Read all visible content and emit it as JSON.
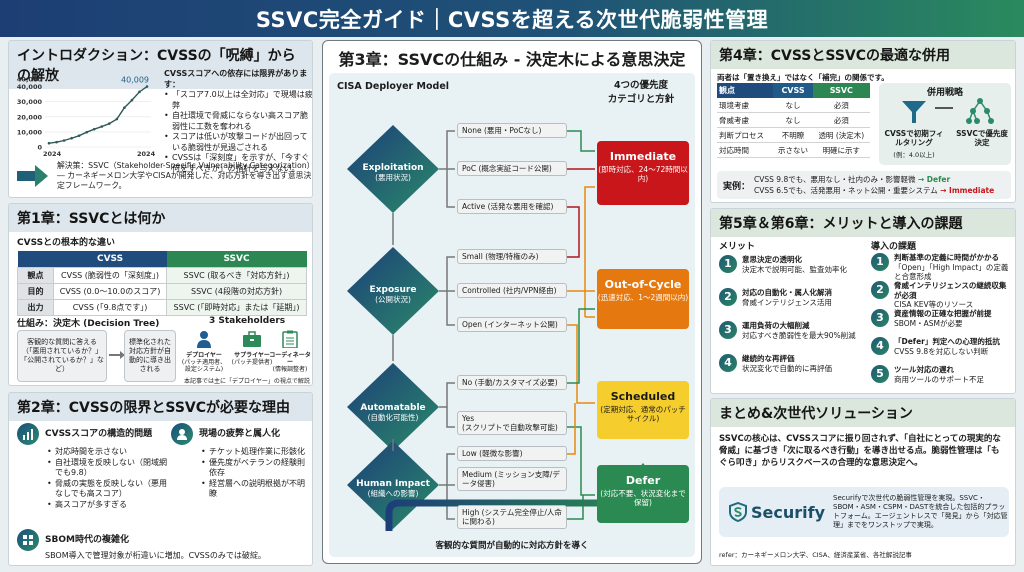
{
  "header": {
    "title": "SSVC完全ガイド｜CVSSを超える次世代脆弱性管理"
  },
  "intro": {
    "title": "イントロダクション：CVSSの「呪縛」からの解放",
    "lead": "CVSSスコアへの依存には限界があります：",
    "bullets": [
      "「スコア7.0以上は全対応」で現場は疲弊",
      "自社環境で脅威にならない高スコア脆弱性に工数を奪われる",
      "スコアは低いが攻撃コードが出回っている脆弱性が見過ごされる",
      "CVSSは「深刻度」を示すが、「今すぐ何をすべきか」の指針を与えない。"
    ],
    "solution": "解決策：SSVC（Stakeholder-Specific Vulnerability Categorization）― カーネギーメロン大学やCISAが開発した、対応方針を導き出す意思決定フレームワーク。"
  },
  "chart_data": {
    "type": "line",
    "title": "",
    "xlabel": "",
    "ylabel": "",
    "x_tick_labels": [
      "2024",
      "2024"
    ],
    "y_tick_labels": [
      "0",
      "10,000",
      "20,000",
      "30,000",
      "40,000",
      "40,000"
    ],
    "ylim": [
      0,
      45000
    ],
    "annotation": "40,009",
    "series": [
      {
        "name": "vulnerabilities",
        "values": [
          2500,
          3200,
          4300,
          5800,
          7500,
          9800,
          11800,
          13500,
          15500,
          18500,
          26000,
          31000,
          36500,
          40009
        ]
      }
    ],
    "grid": true
  },
  "ch1": {
    "title": "第1章：SSVCとは何か",
    "subtitle": "CVSSとの根本的な違い",
    "table": {
      "headers": [
        "",
        "CVSS",
        "SSVC"
      ],
      "rows": [
        [
          "観点",
          "CVSS (脆弱性の「深刻度」)",
          "SSVC (取るべき「対応方針」)"
        ],
        [
          "目的",
          "CVSS (0.0〜10.0のスコア)",
          "SSVC (4段階の対応方針)"
        ],
        [
          "出力",
          "CVSS (「9.8点です」)",
          "SSVC (「即時対応」または「延期」)"
        ]
      ]
    },
    "tree_title": "仕組み：決定木 (Decision Tree)",
    "tree_box1": "客観的な質問に答える（「悪用されているか？」「公開されているか？」など）",
    "tree_box2": "標準化された対応方針が自動的に導き出される",
    "stake_title": "3 Stakeholders",
    "stakeholders": [
      {
        "label": "デプロイヤー",
        "sub": "(パッチ適用者、設定システム)"
      },
      {
        "label": "サプライヤー",
        "sub": "(パッチ提供者)"
      },
      {
        "label": "コーディネーター",
        "sub": "(情報調整者)"
      }
    ],
    "stake_note": "本記事では主に「デプロイヤー」の視点で解説します。"
  },
  "ch2": {
    "title": "第2章：CVSSの限界とSSVCが必要な理由",
    "block1": {
      "title": "CVSSスコアの構造的問題",
      "items": [
        "対応時間を示さない",
        "自社環境を反映しない（閉域網でも9.8）",
        "脅威の実態を反映しない（悪用なしでも高スコア）",
        "高スコアが多すぎる"
      ]
    },
    "block2": {
      "title": "現場の疲弊と属人化",
      "items": [
        "チケット処理作業に形骸化",
        "優先度がベテランの経験則依存",
        "経営層への説明根拠が不明瞭"
      ]
    },
    "block3": {
      "title": "SBOM時代の複雑化",
      "text": "SBOM導入で管理対象が桁違いに増加。CVSSのみでは破綻。"
    }
  },
  "ch3": {
    "title": "第3章：SSVCの仕組み - 決定木による意思決定",
    "model": "CISA Deployer Model",
    "cat_header": "4つの優先度\nカテゴリと方針",
    "decisions": [
      {
        "name": "Exploitation",
        "sub": "(悪用状況)",
        "options": [
          "None (悪用・PoCなし)",
          "PoC (概念実証コード公開)",
          "Active (活発な悪用を確認)"
        ]
      },
      {
        "name": "Exposure",
        "sub": "(公開状況)",
        "options": [
          "Small (物理/特権のみ)",
          "Controlled (社内/VPN経由)",
          "Open (インターネット公開)"
        ]
      },
      {
        "name": "Automatable",
        "sub": "(自動化可能性)",
        "options": [
          "No (手動/カスタマイズ必要)",
          "Yes\n(スクリプトで自動攻撃可能)"
        ]
      },
      {
        "name": "Human Impact",
        "sub": "(組織への影響)",
        "options": [
          "Low (軽微な影響)",
          "Medium (ミッション支障/データ侵害)",
          "High (システム完全停止/人命に関わる)"
        ]
      }
    ],
    "categories": [
      {
        "name": "Immediate",
        "desc": "(即時対応、24〜72時間以内)",
        "color": "#c8161b"
      },
      {
        "name": "Out-of-Cycle",
        "desc": "(迅速対応、1〜2週間以内)",
        "color": "#e5780f"
      },
      {
        "name": "Scheduled",
        "desc": "(定期対応、通常のパッチサイクル)",
        "color": "#f5cd2c"
      },
      {
        "name": "Defer",
        "desc": "(対応不要、状況変化まで保留)",
        "color": "#2b8a51"
      }
    ],
    "footer": "客観的な質問が自動的に対応方針を導く"
  },
  "ch4": {
    "title": "第4章：CVSSとSSVCの最適な併用",
    "lead": "両者は「置き換え」ではなく「補完」の関係です。",
    "table": {
      "headers": [
        "観点",
        "CVSS",
        "SSVC"
      ],
      "rows": [
        [
          "環境考慮",
          "なし",
          "必須"
        ],
        [
          "脅威考慮",
          "なし",
          "必須"
        ],
        [
          "判断プロセス",
          "不明瞭",
          "透明 (決定木)"
        ],
        [
          "対応時間",
          "示さない",
          "明確に示す"
        ]
      ]
    },
    "strategy_title": "併用戦略",
    "strategy_left": "CVSSで初期フィルタリング",
    "strategy_left_sub": "(例：4.0以上)",
    "strategy_right": "SSVCで優先度決定",
    "examples_label": "実例：",
    "examples": [
      {
        "text": "CVSS 9.8でも、悪用なし・社内のみ・影響軽微",
        "result": "→ Defer",
        "color": "#2b8a51"
      },
      {
        "text": "CVSS 6.5でも、活発悪用・ネット公開・重要システム",
        "result": "→ Immediate",
        "color": "#c8161b"
      }
    ]
  },
  "ch56": {
    "title": "第5章＆第6章：メリットと導入の課題",
    "merit_title": "メリット",
    "merits": [
      {
        "n": "1",
        "t": "意思決定の透明化",
        "d": "決定木で説明可能、監査効率化"
      },
      {
        "n": "2",
        "t": "対応の自動化・属人化解消",
        "d": "脅威インテリジェンス活用"
      },
      {
        "n": "3",
        "t": "運用負荷の大幅削減",
        "d": "対応すべき脆弱性を最大90%削減"
      },
      {
        "n": "4",
        "t": "継続的な再評価",
        "d": "状況変化で自動的に再評価"
      }
    ],
    "issue_title": "導入の課題",
    "issues": [
      {
        "n": "1",
        "t": "判断基準の定義に時間がかかる",
        "d": "「Open」「High Impact」の定義と合意形成"
      },
      {
        "n": "2",
        "t": "脅威インテリジェンスの継続収集が必須",
        "d": "CISA KEV等のリソース"
      },
      {
        "n": "3",
        "t": "資産情報の正確な把握が前提",
        "d": "SBOM・ASMが必要"
      },
      {
        "n": "4",
        "t": "「Defer」判定への心理的抵抗",
        "d": "CVSS 9.8を対応しない判断"
      },
      {
        "n": "5",
        "t": "ツール対応の遅れ",
        "d": "商用ツールのサポート不足"
      }
    ]
  },
  "summary": {
    "title": "まとめ&次世代ソリューション",
    "text": "SSVCの核心は、CVSSスコアに振り回されず、「自社にとっての現実的な脅威」に基づき「次に取るべき行動」を導き出せる点。脆弱性管理は「もぐら叩き」からリスクベースの合理的な意思決定へ。",
    "brand": "Securify",
    "brand_text": "Securifyで次世代の脆弱性管理を実現。SSVC・SBOM・ASM・CSPM・DASTを統合した包括的プラットフォーム。エージェントレスで「発見」から「対応管理」までをワンストップで実現。",
    "refer": "refer：カーネギーメロン大学、CISA、経済産業省、各社解説記事"
  }
}
